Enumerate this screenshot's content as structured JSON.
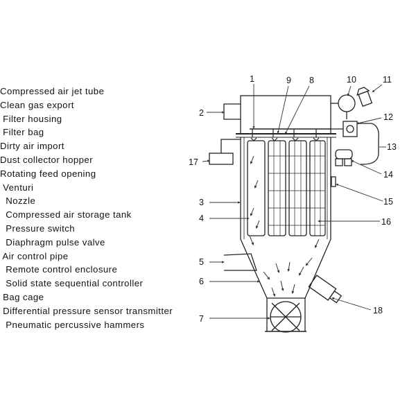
{
  "legend": [
    "Compressed air jet tube",
    "Clean gas export",
    " Filter housing",
    " Filter bag",
    "Dirty air import",
    "Dust collector hopper",
    "Rotating feed opening",
    " Venturi",
    "  Nozzle",
    "  Compressed air storage tank",
    "  Pressure switch",
    "  Diaphragm pulse valve",
    " Air control pipe",
    "  Remote control enclosure",
    "  Solid state sequential controller",
    " Bag cage",
    " Differential pressure sensor transmitter",
    "  Pneumatic percussive hammers"
  ],
  "callouts": {
    "c1": "1",
    "c2": "2",
    "c3": "3",
    "c4": "4",
    "c5": "5",
    "c6": "6",
    "c7": "7",
    "c8": "8",
    "c9": "9",
    "c10": "10",
    "c11": "11",
    "c12": "12",
    "c13": "13",
    "c14": "14",
    "c15": "15",
    "c16": "16",
    "c17": "17",
    "c18": "18"
  }
}
